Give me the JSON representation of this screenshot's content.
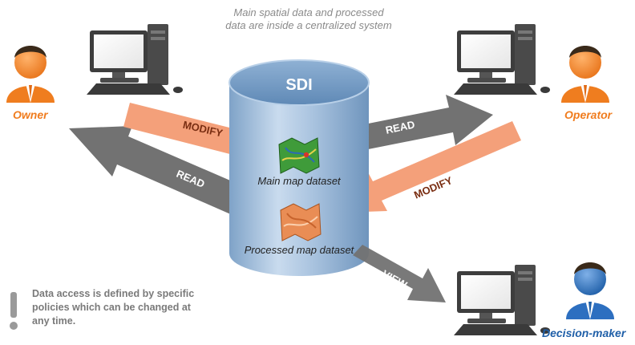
{
  "caption": {
    "line1": "Main spatial data and processed",
    "line2": "data are inside a centralized system"
  },
  "sdi_label": "SDI",
  "datasets": {
    "main": "Main map dataset",
    "processed": "Processed map dataset"
  },
  "roles": {
    "owner": "Owner",
    "operator": "Operator",
    "decision_maker": "Decision-maker"
  },
  "arrows": {
    "owner_modify": "MODIFY",
    "owner_read": "READ",
    "operator_read": "READ",
    "operator_modify": "MODIFY",
    "view": "VIEW"
  },
  "note": {
    "mark": "!",
    "line1": "Data access is defined by specific",
    "line2": "policies which can be changed at",
    "line3": "any time."
  },
  "colors": {
    "orange_accent": "#f07c1e",
    "blue_accent": "#1f5fa8",
    "arrow_orange": "#f4a07a",
    "arrow_gray": "#707070",
    "cylinder": "#9ab9d6"
  },
  "icons": {
    "main_dataset": "green-map-icon",
    "processed_dataset": "orange-map-icon",
    "owner": "person-orange-icon",
    "operator": "person-orange-icon",
    "decision_maker": "person-blue-icon",
    "computers": "desktop-computer-icon"
  }
}
